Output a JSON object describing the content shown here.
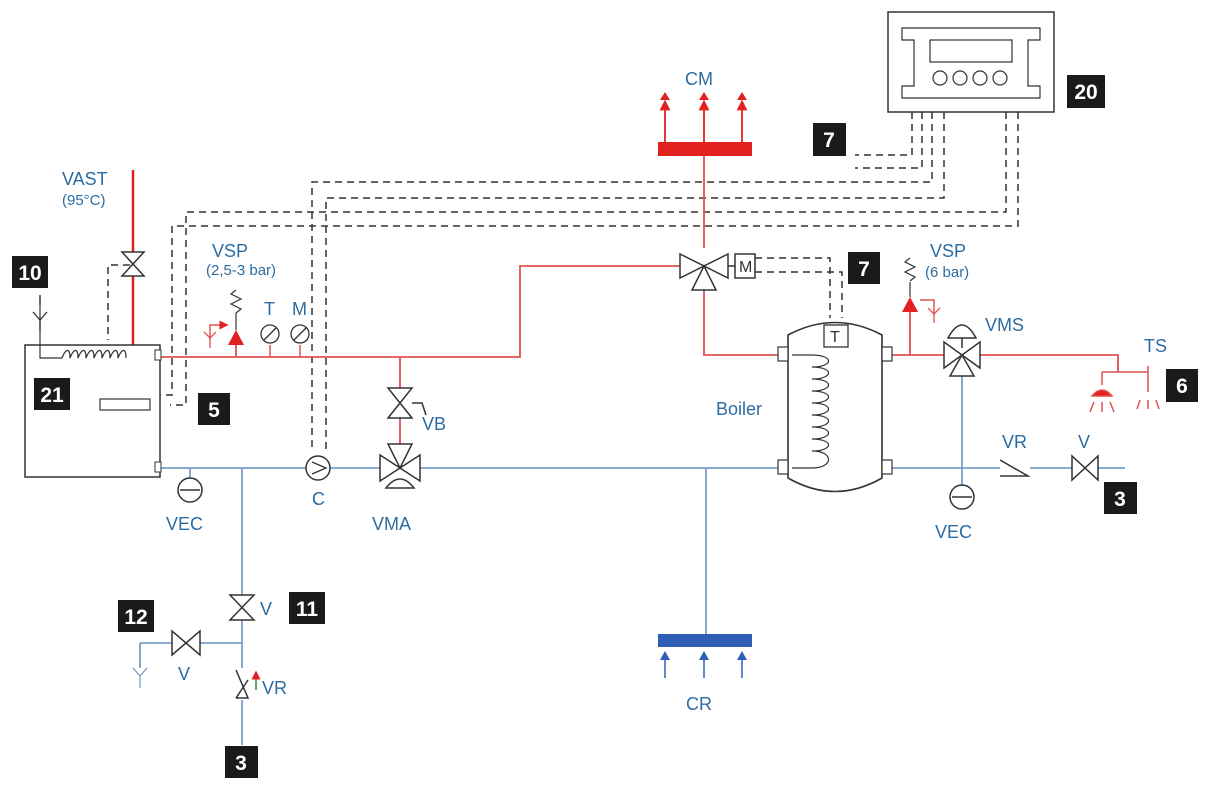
{
  "colors": {
    "hot_line": "#e05252",
    "hot_fill": "#e32020",
    "cold_line": "#7a9ec8",
    "cold_fill": "#2f5fb5",
    "label": "#2b6ca3",
    "control_line": "#333333",
    "badge_bg": "#1a1a1a"
  },
  "labels": {
    "vast": "VAST",
    "vast_temp": "(95°C)",
    "vsp_left": "VSP",
    "vsp_left_pressure": "(2,5-3 bar)",
    "thermometer": "T",
    "manometer": "M",
    "cm": "CM",
    "cr": "CR",
    "vb": "VB",
    "pump": "C",
    "vma": "VMA",
    "vec_left": "VEC",
    "vec_right": "VEC",
    "motor": "M",
    "sensor": "T",
    "vsp_right": "VSP",
    "vsp_right_pressure": "(6 bar)",
    "vms": "VMS",
    "ts": "TS",
    "boiler": "Boiler",
    "vr_right": "VR",
    "v_right": "V",
    "v_supply": "V",
    "v_drain": "V",
    "vr_left": "VR"
  },
  "badges": {
    "b20": "20",
    "b7_top": "7",
    "b7_mid": "7",
    "b10": "10",
    "b21": "21",
    "b5": "5",
    "b6": "6",
    "b3_right": "3",
    "b11": "11",
    "b12": "12",
    "b3_bottom": "3"
  },
  "icons": {
    "controller": "controller-panel-icon",
    "pump": "circulation-pump-icon",
    "valve": "gate-valve-icon",
    "three_way": "three-way-valve-icon",
    "vessel": "expansion-vessel-icon",
    "gauge": "gauge-icon",
    "shower": "shower-head-icon",
    "drain": "drain-funnel-icon"
  }
}
